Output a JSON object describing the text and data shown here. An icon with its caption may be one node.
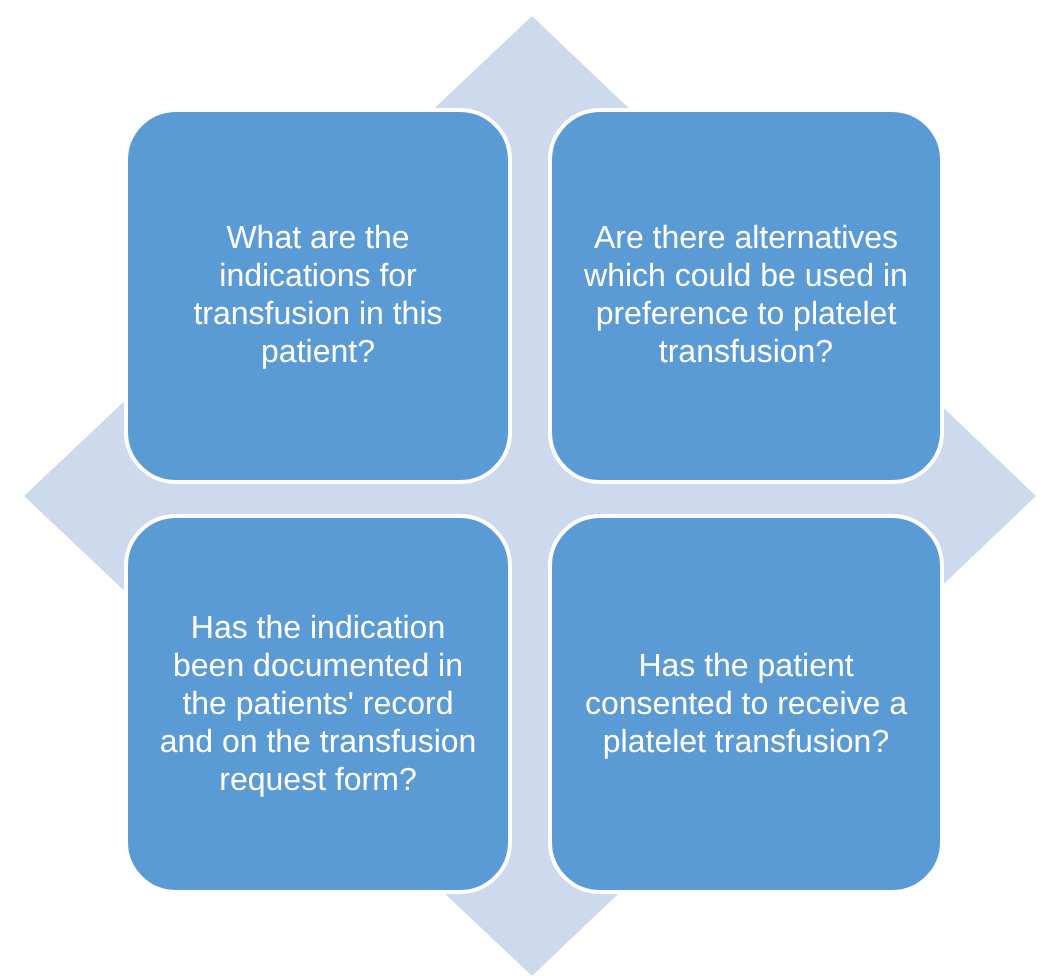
{
  "diagram": {
    "nodes": [
      {
        "text": [
          "What are the indications for transfusion in this patient?"
        ]
      },
      {
        "text": [
          "Are there alternatives which could be used in preference to platelet transfusion?"
        ]
      },
      {
        "text": [
          "Has the indication been documented in the patients' record and on the transfusion request form?"
        ]
      },
      {
        "text": [
          "Has the patient consented to receive a platelet transfusion?"
        ]
      }
    ]
  }
}
